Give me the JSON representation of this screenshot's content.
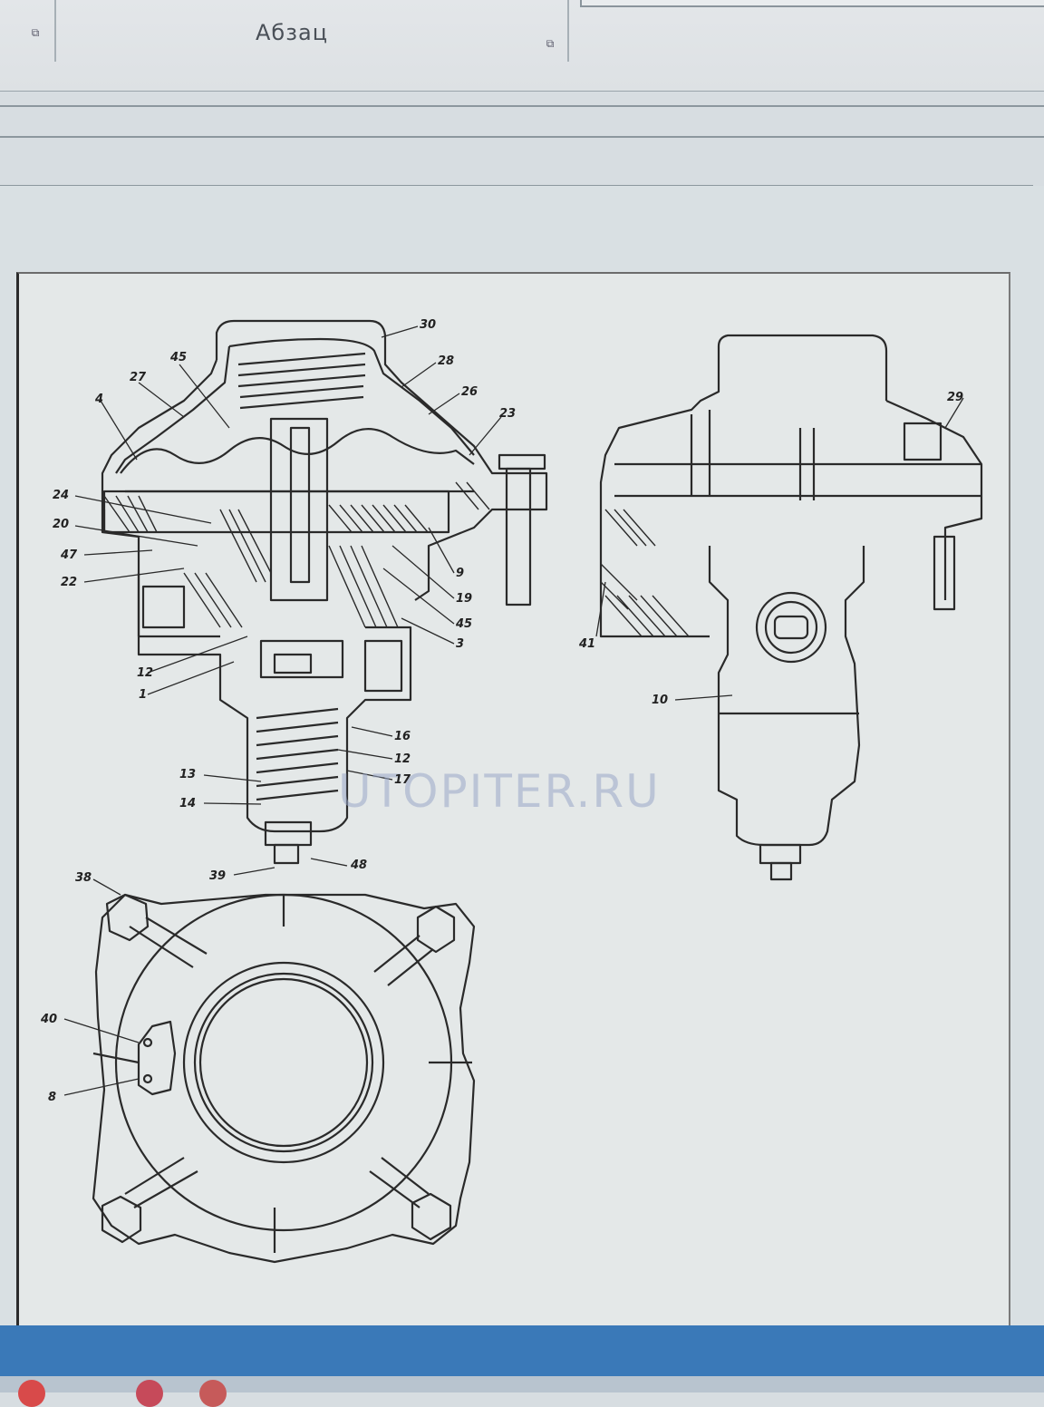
{
  "ribbon": {
    "group_label": "Абзац",
    "launcher_glyph": "⧉"
  },
  "figure": {
    "watermark": "UTOPITER.RU",
    "callouts": [
      {
        "id": "c30",
        "text": "30"
      },
      {
        "id": "c28",
        "text": "28"
      },
      {
        "id": "c26",
        "text": "26"
      },
      {
        "id": "c23",
        "text": "23"
      },
      {
        "id": "c45a",
        "text": "45"
      },
      {
        "id": "c27",
        "text": "27"
      },
      {
        "id": "c4",
        "text": "4"
      },
      {
        "id": "c24",
        "text": "24"
      },
      {
        "id": "c20",
        "text": "20"
      },
      {
        "id": "c47",
        "text": "47"
      },
      {
        "id": "c22",
        "text": "22"
      },
      {
        "id": "c9",
        "text": "9"
      },
      {
        "id": "c19",
        "text": "19"
      },
      {
        "id": "c45b",
        "text": "45"
      },
      {
        "id": "c3",
        "text": "3"
      },
      {
        "id": "c12a",
        "text": "12"
      },
      {
        "id": "c1",
        "text": "1"
      },
      {
        "id": "c16",
        "text": "16"
      },
      {
        "id": "c12b",
        "text": "12"
      },
      {
        "id": "c17",
        "text": "17"
      },
      {
        "id": "c13",
        "text": "13"
      },
      {
        "id": "c14",
        "text": "14"
      },
      {
        "id": "c39",
        "text": "39"
      },
      {
        "id": "c48",
        "text": "48"
      },
      {
        "id": "c29",
        "text": "29"
      },
      {
        "id": "c41",
        "text": "41"
      },
      {
        "id": "c10",
        "text": "10"
      },
      {
        "id": "c38",
        "text": "38"
      },
      {
        "id": "c40",
        "text": "40"
      },
      {
        "id": "c8",
        "text": "8"
      }
    ]
  },
  "colors": {
    "statusbar": "#3a79b8",
    "page": "#e4e8e8",
    "ink": "#2a2a2a"
  }
}
